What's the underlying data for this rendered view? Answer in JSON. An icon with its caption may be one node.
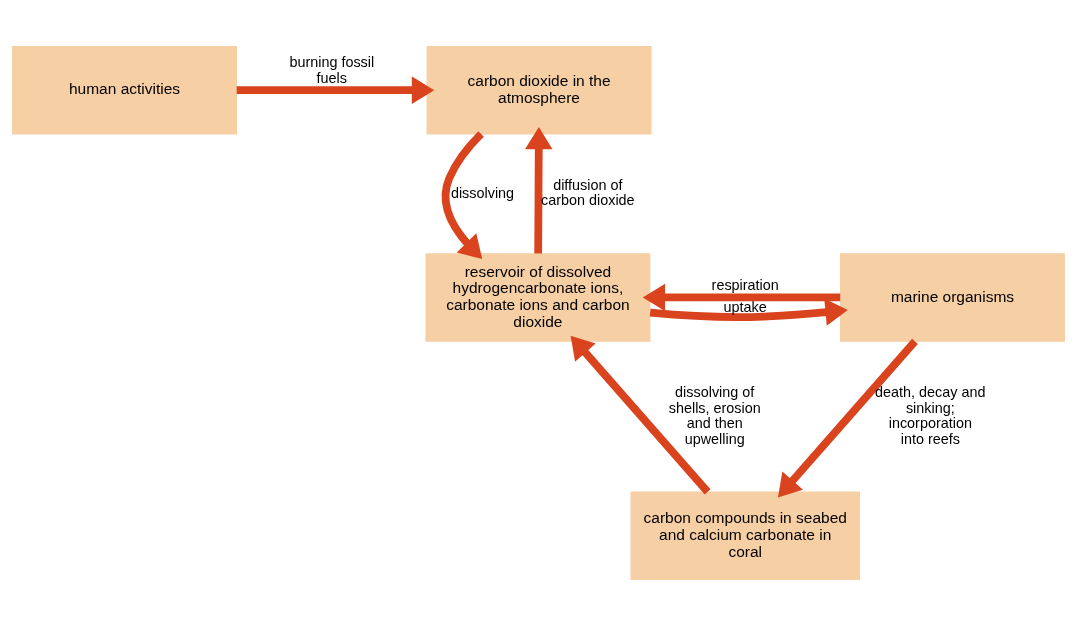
{
  "diagram": {
    "nodes": [
      {
        "text": [
          "carbon dioxide in the atmosphere"
        ]
      },
      {
        "text": [
          "human activities"
        ]
      },
      {
        "text": [
          "reservoir of dissolved hydrogencarbonate ions, carbonate ions and carbon dioxide"
        ]
      },
      {
        "text": [
          "marine organisms"
        ]
      },
      {
        "text": [
          "carbon compounds in seabed and calcium carbonate in coral"
        ]
      }
    ],
    "edges": [
      {
        "from": 1,
        "to": 0,
        "arrow": "to",
        "label": "burning fossil fuels"
      },
      {
        "from": 2,
        "to": 0,
        "arrow": "to",
        "label": "diffusion of carbon dioxide"
      },
      {
        "from": 0,
        "to": 2,
        "arrow": "to",
        "label": "dissolving"
      },
      {
        "from": 2,
        "to": 3,
        "arrow": "to",
        "label": "uptake"
      },
      {
        "from": 3,
        "to": 2,
        "arrow": "to",
        "label": "respiration"
      },
      {
        "from": 3,
        "to": 4,
        "arrow": "to",
        "label": "death, decay and sinking; incorporation into reefs"
      },
      {
        "from": 4,
        "to": 2,
        "arrow": "to",
        "label": "dissolving of shells, erosion and then upwelling"
      }
    ]
  }
}
